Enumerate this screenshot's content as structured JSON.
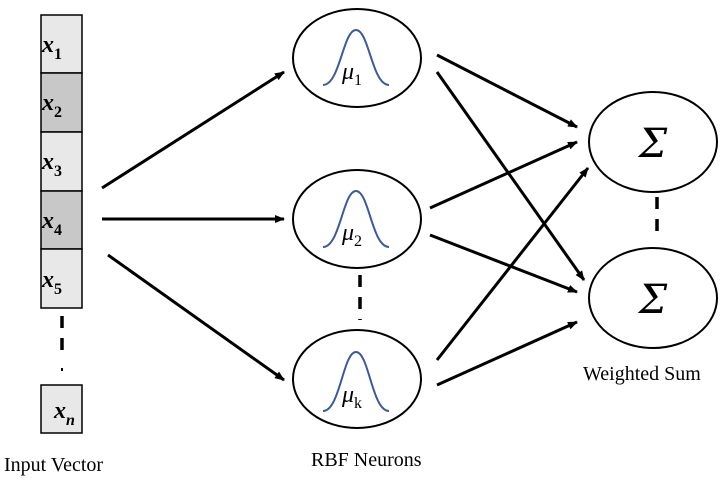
{
  "input_vector": {
    "label": "Input Vector",
    "cells": [
      {
        "var": "x",
        "sub": "1",
        "fill": "#e8e8e8"
      },
      {
        "var": "x",
        "sub": "2",
        "fill": "#c8c8c8"
      },
      {
        "var": "x",
        "sub": "3",
        "fill": "#e8e8e8"
      },
      {
        "var": "x",
        "sub": "4",
        "fill": "#c8c8c8"
      },
      {
        "var": "x",
        "sub": "5",
        "fill": "#e8e8e8"
      }
    ],
    "last_cell": {
      "var": "x",
      "sub": "n",
      "fill": "#e8e8e8"
    }
  },
  "rbf_neurons": {
    "label": "RBF Neurons",
    "neurons": [
      {
        "symbol": "μ",
        "sub": "1"
      },
      {
        "symbol": "μ",
        "sub": "2"
      },
      {
        "symbol": "μ",
        "sub": "k"
      }
    ]
  },
  "output": {
    "label": "Weighted Sum",
    "nodes": [
      {
        "symbol": "Σ"
      },
      {
        "symbol": "Σ"
      }
    ]
  },
  "colors": {
    "gaussian_curve": "#3b5a9a",
    "stroke": "#000000"
  }
}
